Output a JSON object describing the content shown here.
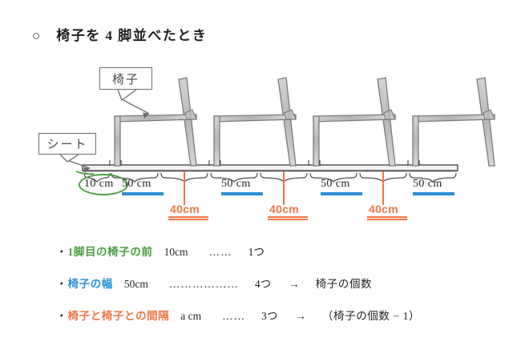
{
  "title": "○　椅子を 4 脚並べたとき",
  "callouts": {
    "chair": "椅子",
    "seat": "シート"
  },
  "diagram": {
    "chair_count": 4,
    "front_gap_label": "10 cm",
    "chair_width_labels": [
      "50 cm",
      "50 cm",
      "50 cm",
      "50 cm"
    ],
    "between_gap_labels": [
      "40cm",
      "40cm",
      "40cm"
    ],
    "highlight_color_green": "#4a9e3f",
    "highlight_color_blue": "#2a8fd4",
    "highlight_color_orange": "#ee7744"
  },
  "notes": [
    {
      "bullet": "・",
      "key": "1脚目の椅子の前",
      "value": "10cm",
      "dots": "……",
      "count": "1つ",
      "arrow": "",
      "result": ""
    },
    {
      "bullet": "・",
      "key": "椅子の幅",
      "value": "50cm",
      "dots": "………………",
      "count": "4つ",
      "arrow": "→",
      "result": "椅子の個数"
    },
    {
      "bullet": "・",
      "key": "椅子と椅子との間隔",
      "value": "a cm",
      "dots": "……",
      "count": "3つ",
      "arrow": "→",
      "result": "（椅子の個数 − 1）"
    }
  ],
  "chart_data": {
    "type": "diagram",
    "title": "椅子を 4 脚並べたとき",
    "segments": [
      {
        "label": "10 cm",
        "value": 10,
        "unit": "cm",
        "kind": "front-gap",
        "color": "#4a9e3f"
      },
      {
        "label": "50 cm",
        "value": 50,
        "unit": "cm",
        "kind": "chair-width",
        "color": "#2a8fd4"
      },
      {
        "label": "40cm",
        "value": 40,
        "unit": "cm",
        "kind": "between-gap",
        "color": "#ee7744"
      },
      {
        "label": "50 cm",
        "value": 50,
        "unit": "cm",
        "kind": "chair-width",
        "color": "#2a8fd4"
      },
      {
        "label": "40cm",
        "value": 40,
        "unit": "cm",
        "kind": "between-gap",
        "color": "#ee7744"
      },
      {
        "label": "50 cm",
        "value": 50,
        "unit": "cm",
        "kind": "chair-width",
        "color": "#2a8fd4"
      },
      {
        "label": "40cm",
        "value": 40,
        "unit": "cm",
        "kind": "between-gap",
        "color": "#ee7744"
      },
      {
        "label": "50 cm",
        "value": 50,
        "unit": "cm",
        "kind": "chair-width",
        "color": "#2a8fd4"
      }
    ]
  }
}
